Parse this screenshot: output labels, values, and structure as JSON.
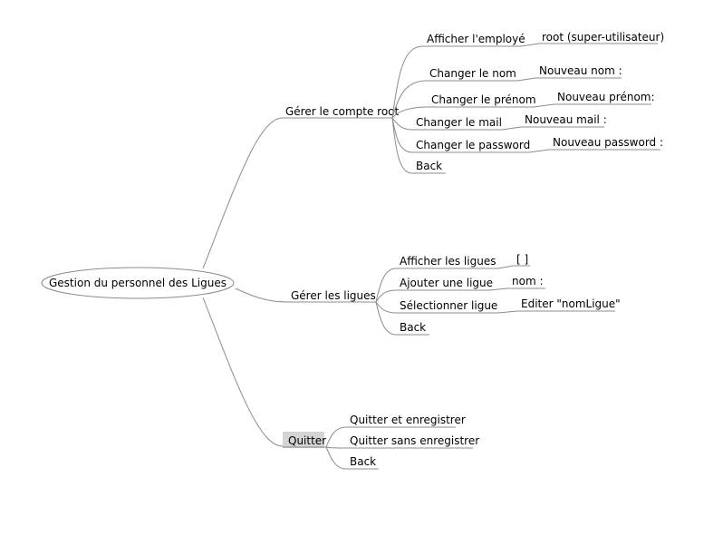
{
  "mindmap": {
    "root": {
      "label": "Gestion du personnel des Ligues"
    },
    "branches": [
      {
        "label": "Gérer le compte root",
        "children": [
          {
            "label": "Afficher l'employé",
            "detail": "root (super-utilisateur)"
          },
          {
            "label": "Changer le nom",
            "detail": "Nouveau nom :"
          },
          {
            "label": "Changer le prénom",
            "detail": "Nouveau prénom:"
          },
          {
            "label": "Changer le mail",
            "detail": "Nouveau mail :"
          },
          {
            "label": "Changer le password",
            "detail": "Nouveau password :"
          },
          {
            "label": "Back"
          }
        ]
      },
      {
        "label": "Gérer les ligues",
        "children": [
          {
            "label": "Afficher les ligues",
            "detail": "[ ]"
          },
          {
            "label": "Ajouter une ligue",
            "detail": "nom :"
          },
          {
            "label": "Sélectionner ligue",
            "detail": "Editer \"nomLigue\""
          },
          {
            "label": "Back"
          }
        ]
      },
      {
        "label": "Quitter",
        "highlighted": true,
        "children": [
          {
            "label": "Quitter et enregistrer"
          },
          {
            "label": "Quitter sans enregistrer"
          },
          {
            "label": "Back"
          }
        ]
      }
    ]
  },
  "colors": {
    "line": "#8c8c8c",
    "highlight": "#d4d4d4",
    "text": "#000000"
  }
}
